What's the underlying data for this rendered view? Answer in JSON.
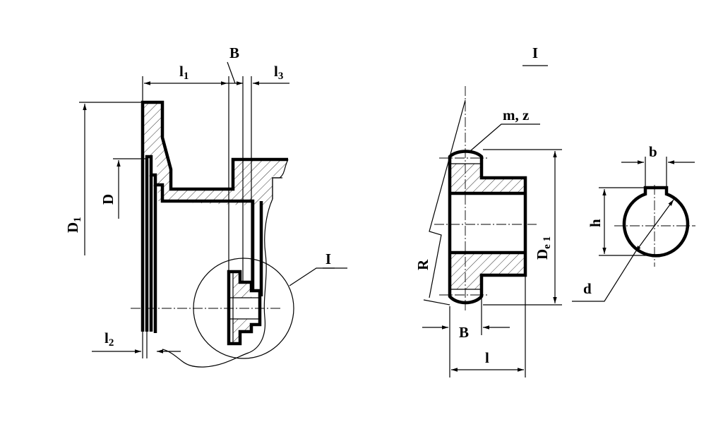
{
  "labels": {
    "B_top": "B",
    "l1_main": "l",
    "l1_sub": "1",
    "l3_main": "l",
    "l3_sub": "3",
    "D1_main": "D",
    "D1_sub": "1",
    "D": "D",
    "l2_main": "l",
    "l2_sub": "2",
    "detail_left": "I",
    "detail_right": "I",
    "mz": "m, z",
    "R": "R",
    "De1_main": "D",
    "De1_sub": "e 1",
    "B_bottom": "B",
    "l": "l",
    "b": "b",
    "h": "h",
    "d": "d"
  }
}
